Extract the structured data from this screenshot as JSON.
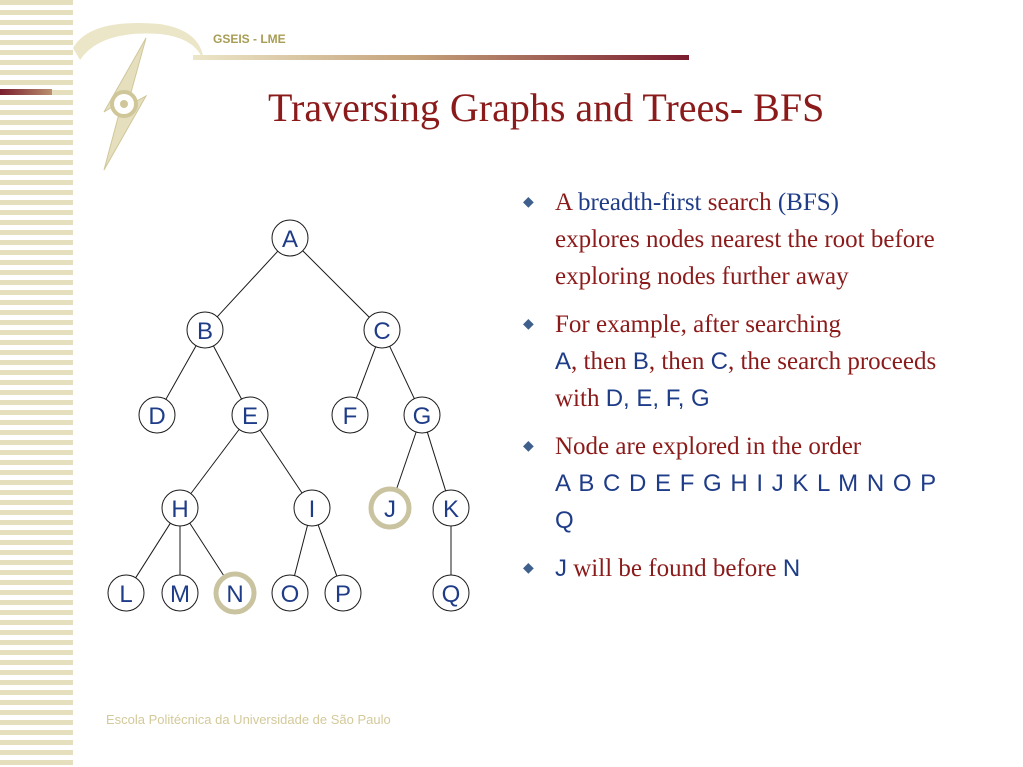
{
  "header": {
    "label": "GSEIS - LME"
  },
  "title": "Traversing Graphs and Trees- BFS",
  "bullets": [
    {
      "parts": [
        "A ",
        "breadth-first",
        " search ",
        "(BFS)",
        "explores nodes nearest the root before exploring nodes further away"
      ]
    },
    {
      "parts": [
        "For example, after searching",
        "A",
        ", then ",
        "B",
        ", then ",
        "C",
        ", the search proceeds with ",
        "D, E, F, G"
      ]
    },
    {
      "parts": [
        "Node are explored in the order",
        "A B C D E F G H I J K L M N O P Q"
      ]
    },
    {
      "parts": [
        "J",
        " will be found before ",
        "N"
      ]
    }
  ],
  "tree": {
    "nodes": [
      {
        "id": "A",
        "highlight": false
      },
      {
        "id": "B",
        "highlight": false
      },
      {
        "id": "C",
        "highlight": false
      },
      {
        "id": "D",
        "highlight": false
      },
      {
        "id": "E",
        "highlight": false
      },
      {
        "id": "F",
        "highlight": false
      },
      {
        "id": "G",
        "highlight": false
      },
      {
        "id": "H",
        "highlight": false
      },
      {
        "id": "I",
        "highlight": false
      },
      {
        "id": "J",
        "highlight": true
      },
      {
        "id": "K",
        "highlight": false
      },
      {
        "id": "L",
        "highlight": false
      },
      {
        "id": "M",
        "highlight": false
      },
      {
        "id": "N",
        "highlight": true
      },
      {
        "id": "O",
        "highlight": false
      },
      {
        "id": "P",
        "highlight": false
      },
      {
        "id": "Q",
        "highlight": false
      }
    ],
    "edges": [
      [
        "A",
        "B"
      ],
      [
        "A",
        "C"
      ],
      [
        "B",
        "D"
      ],
      [
        "B",
        "E"
      ],
      [
        "C",
        "F"
      ],
      [
        "C",
        "G"
      ],
      [
        "E",
        "H"
      ],
      [
        "E",
        "I"
      ],
      [
        "G",
        "J"
      ],
      [
        "G",
        "K"
      ],
      [
        "H",
        "L"
      ],
      [
        "H",
        "M"
      ],
      [
        "H",
        "N"
      ],
      [
        "I",
        "O"
      ],
      [
        "I",
        "P"
      ],
      [
        "K",
        "Q"
      ]
    ],
    "node_color": "#1f3c88",
    "highlight_color": "#c9c3a0"
  },
  "footer": "Escola Politécnica da Universidade de São Paulo",
  "colors": {
    "title": "#8b1a1a",
    "text": "#8b1a1a",
    "accent_blue": "#1f3c88",
    "deco_gold": "#e6dfbe",
    "deco_maroon": "#7a1c2e"
  }
}
